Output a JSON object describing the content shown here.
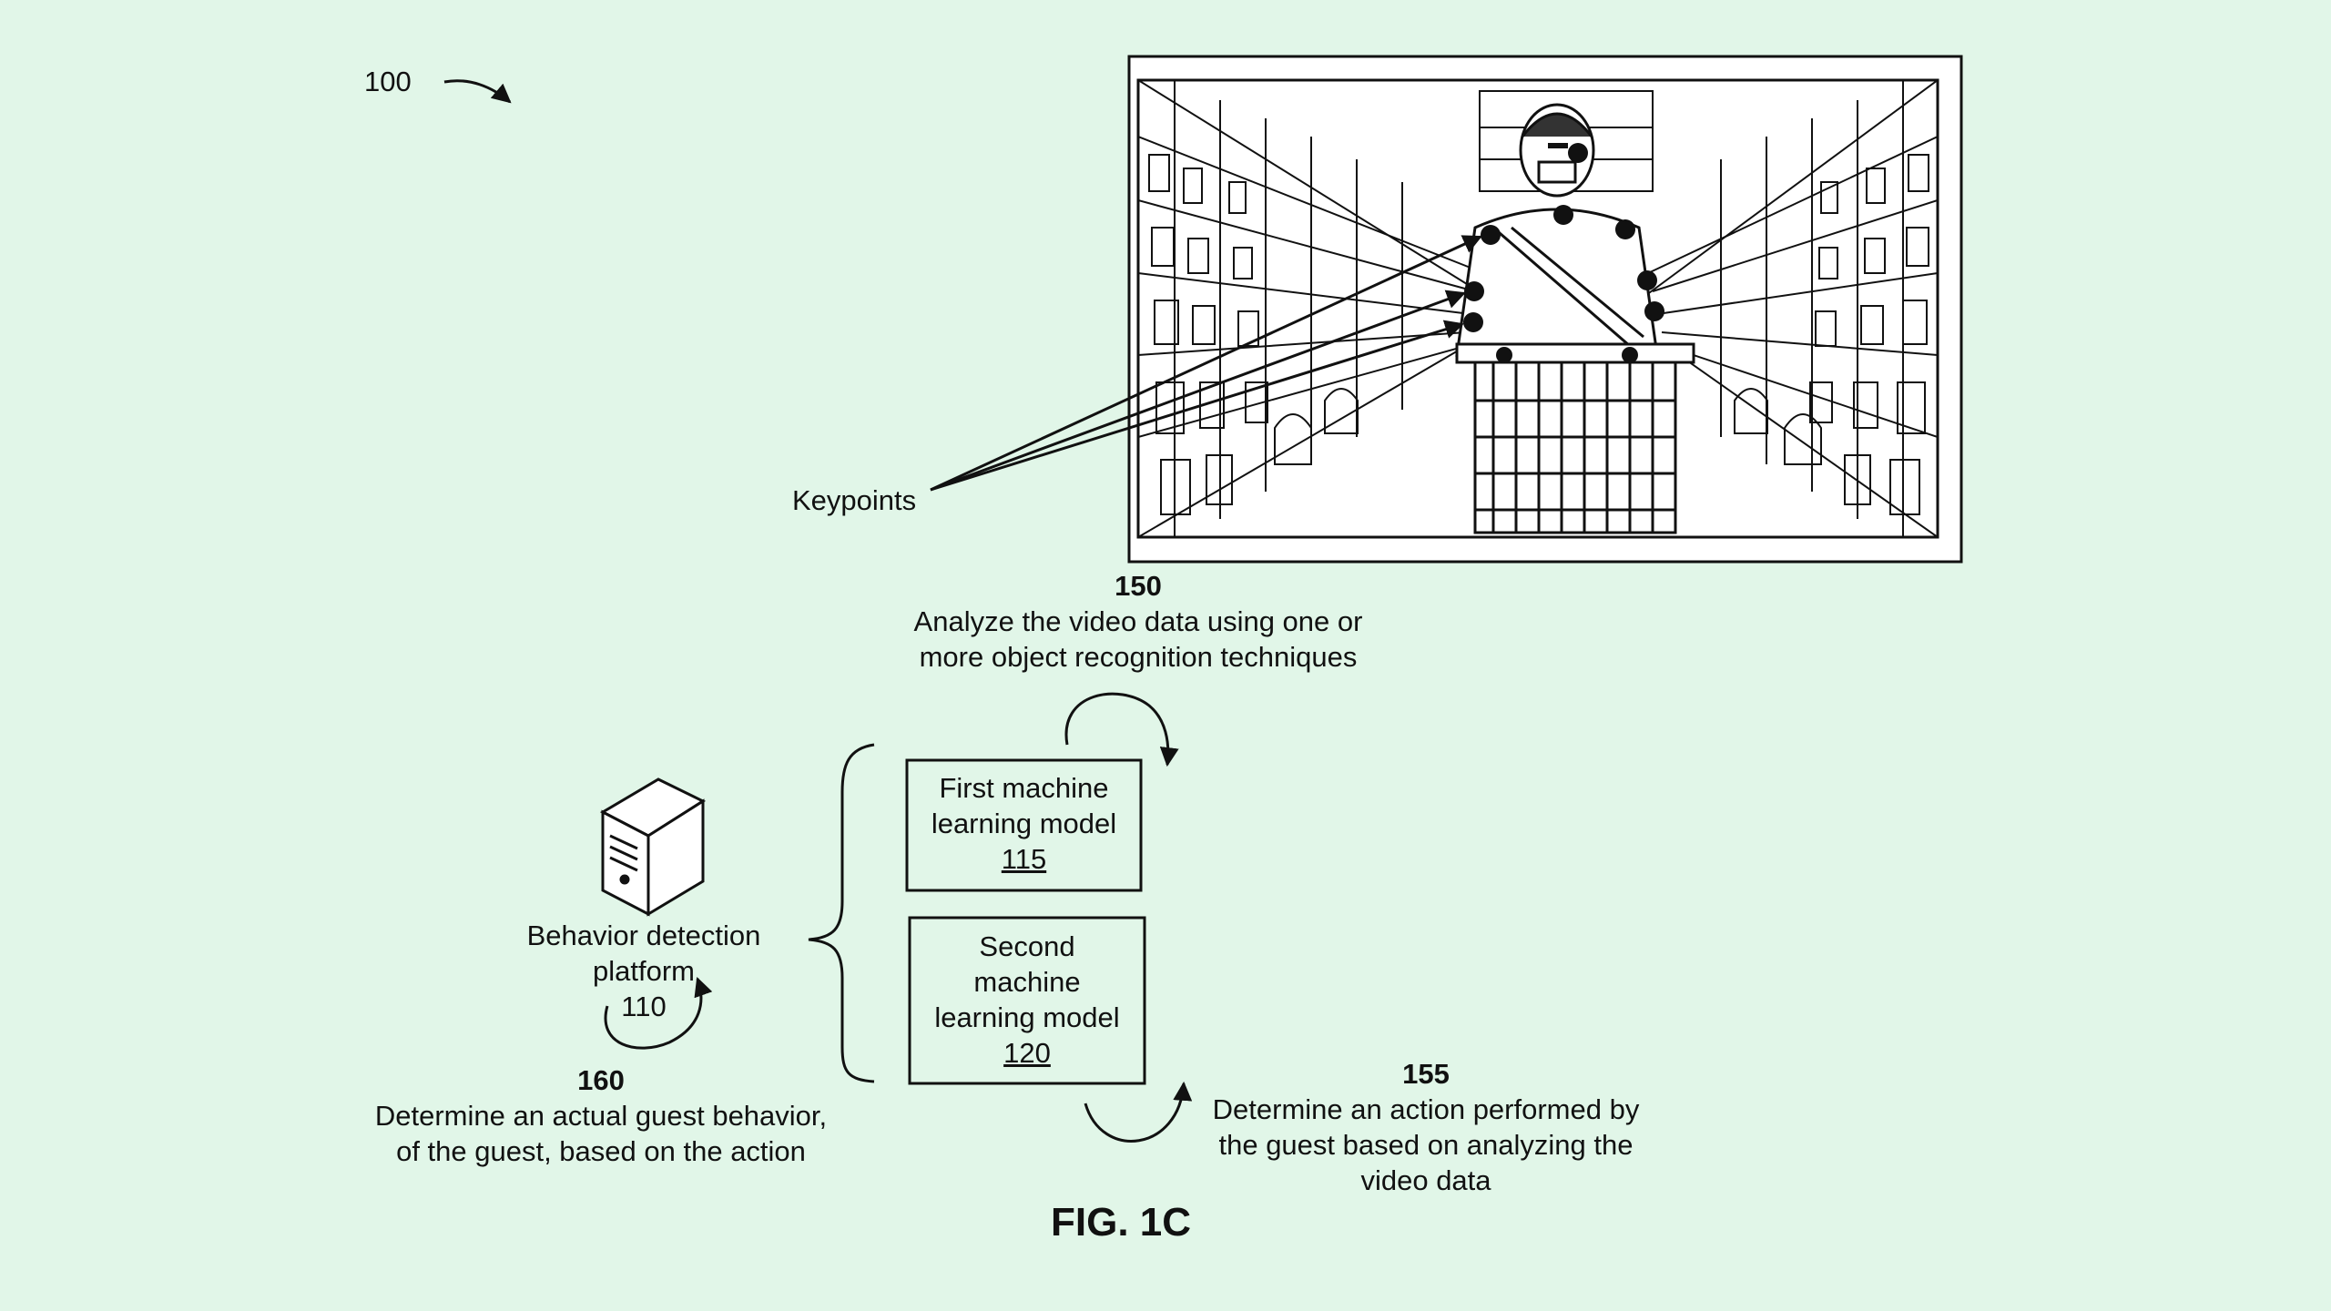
{
  "figure": {
    "ref_100": "100",
    "fig_label": "FIG. 1C"
  },
  "video_frame": {
    "keypoints_label": "Keypoints"
  },
  "step_150": {
    "number": "150",
    "line1": "Analyze the video data using one or",
    "line2": "more object recognition techniques"
  },
  "model_1": {
    "line1": "First machine",
    "line2": "learning model",
    "ref": "115"
  },
  "model_2": {
    "line1": "Second",
    "line2": "machine",
    "line3": "learning model",
    "ref": "120"
  },
  "platform": {
    "line1": "Behavior detection",
    "line2": "platform",
    "ref": "110"
  },
  "step_160": {
    "number": "160",
    "line1": "Determine an actual guest behavior,",
    "line2": "of  the guest, based on the action"
  },
  "step_155": {
    "number": "155",
    "line1": "Determine an action performed by",
    "line2": "the guest based on analyzing the",
    "line3": "video data"
  }
}
